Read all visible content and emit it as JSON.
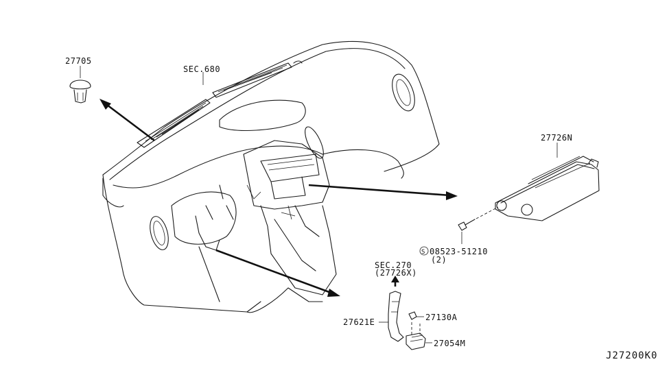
{
  "diagram_id": "J27200K0",
  "callouts": {
    "p27705": "27705",
    "sec680": "SEC.680",
    "p27726n": "27726N",
    "screw_part": "08523-51210",
    "screw_qty": "(2)",
    "sec270": "SEC.270",
    "sec270_sub": "(27726X)",
    "p27621e": "27621E",
    "p27130a": "27130A",
    "p27054m": "27054M"
  },
  "symbols": {
    "screw_prefix": "S"
  }
}
